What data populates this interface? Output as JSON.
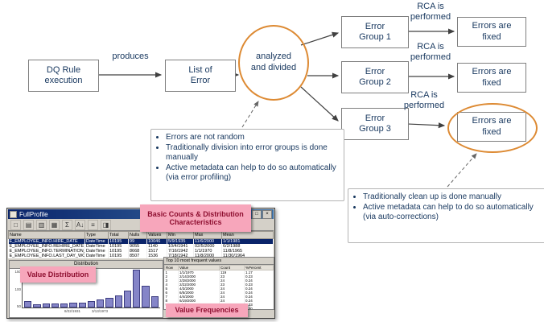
{
  "colors": {
    "accent_orange": "#DD8A33",
    "node_text": "#17375E",
    "pink_label_bg": "#F7A6BB",
    "pink_label_text": "#8E0F30",
    "selected_row_bg": "#0A246A"
  },
  "diagram": {
    "nodes": {
      "dq_rule": "DQ Rule execution",
      "list_of_error": "List of Error",
      "analyzed": "analyzed and divided",
      "error_group_1": "Error Group 1",
      "error_group_2": "Error Group 2",
      "error_group_3": "Error Group 3",
      "errors_fixed": "Errors are fixed"
    },
    "edges": {
      "produces": "produces",
      "rca": "RCA is performed"
    },
    "callout_division": {
      "bullets": [
        "Errors are not random",
        "Traditionally division into error groups is done manually",
        "Active metadata can help to do so automatically (via error profiling)"
      ]
    },
    "callout_cleanup": {
      "bullets": [
        "Traditionally clean up is done manually",
        "Active metadata can help to do so automatically (via auto-corrections)"
      ]
    }
  },
  "profiler": {
    "window_title": "FullProfile",
    "window_buttons": [
      "–",
      "□",
      "×"
    ],
    "toolbar_icons": [
      {
        "glyph": "□",
        "name": "new-icon"
      },
      {
        "glyph": "▤",
        "name": "open-icon"
      },
      {
        "glyph": "▥",
        "name": "save-icon"
      },
      {
        "glyph": "▦",
        "name": "grid-icon"
      },
      {
        "glyph": "Σ",
        "name": "sum-icon"
      },
      {
        "glyph": "A↓",
        "name": "sort-asc-icon"
      },
      {
        "glyph": "≡",
        "name": "list-icon"
      },
      {
        "glyph": "◨",
        "name": "split-view-icon"
      }
    ],
    "labels": {
      "basic_counts": "Basic Counts & Distribution Characteristics",
      "value_distribution": "Value Distribution",
      "value_frequencies": "Value Frequencies"
    },
    "table": {
      "headers": [
        "Name",
        "Type",
        "Total",
        "Nulls",
        "Values",
        "Min",
        "Max",
        "Mean"
      ],
      "rows": [
        [
          "E_EMPLOYEE_INFO.HIRE_DATE",
          "DateTime",
          "10195",
          "99",
          "10046",
          "5/9/1935",
          "11/6/2000",
          "1/1/1981"
        ],
        [
          "E_EMPLOYEE_INFO.REHIRE_DATE",
          "DateTime",
          "10195",
          "9055",
          "1140",
          "10/4/1941",
          "02/5/2000",
          "6/2/1988"
        ],
        [
          "E_EMPLOYEE_INFO.TERMINATION_DATE",
          "DateTime",
          "10195",
          "8668",
          "1517",
          "7/16/1942",
          "1/1/1970",
          "11/8/1965"
        ],
        [
          "E_EMPLOYEE_INFO.LAST_DAY_WORKED",
          "DateTime",
          "10195",
          "8507",
          "1536",
          "7/18/1942",
          "11/8/2000",
          "11/30/1964"
        ]
      ]
    },
    "distribution": {
      "title": "Distribution",
      "y_ticks": [
        "150",
        "100",
        "50"
      ],
      "x_ticks": [
        "8/22/1931",
        "3/13/1973"
      ],
      "values": [
        14,
        5,
        6,
        7,
        6,
        8,
        10,
        13,
        17,
        22,
        30,
        42,
        100,
        55,
        26
      ]
    },
    "frequent": {
      "title": "Top 10 most frequent values",
      "headers": [
        "Row",
        "Value",
        "Count",
        "%Percent"
      ],
      "rows": [
        [
          "1",
          "1/1/1970",
          "119",
          "1.17"
        ],
        [
          "2",
          "2/14/2000",
          "23",
          "0.23"
        ],
        [
          "3",
          "2/28/2000",
          "24",
          "0.24"
        ],
        [
          "4",
          "2/22/2000",
          "23",
          "0.23"
        ],
        [
          "5",
          "4/3/2000",
          "24",
          "0.24"
        ],
        [
          "6",
          "6/5/2000",
          "24",
          "0.24"
        ],
        [
          "7",
          "4/4/2000",
          "24",
          "0.24"
        ],
        [
          "8",
          "6/19/2000",
          "24",
          "0.24"
        ],
        [
          "9",
          "8/7/2000",
          "23",
          "0.23"
        ],
        [
          "10",
          "5/5/2000",
          "30",
          "0.30"
        ]
      ]
    }
  }
}
